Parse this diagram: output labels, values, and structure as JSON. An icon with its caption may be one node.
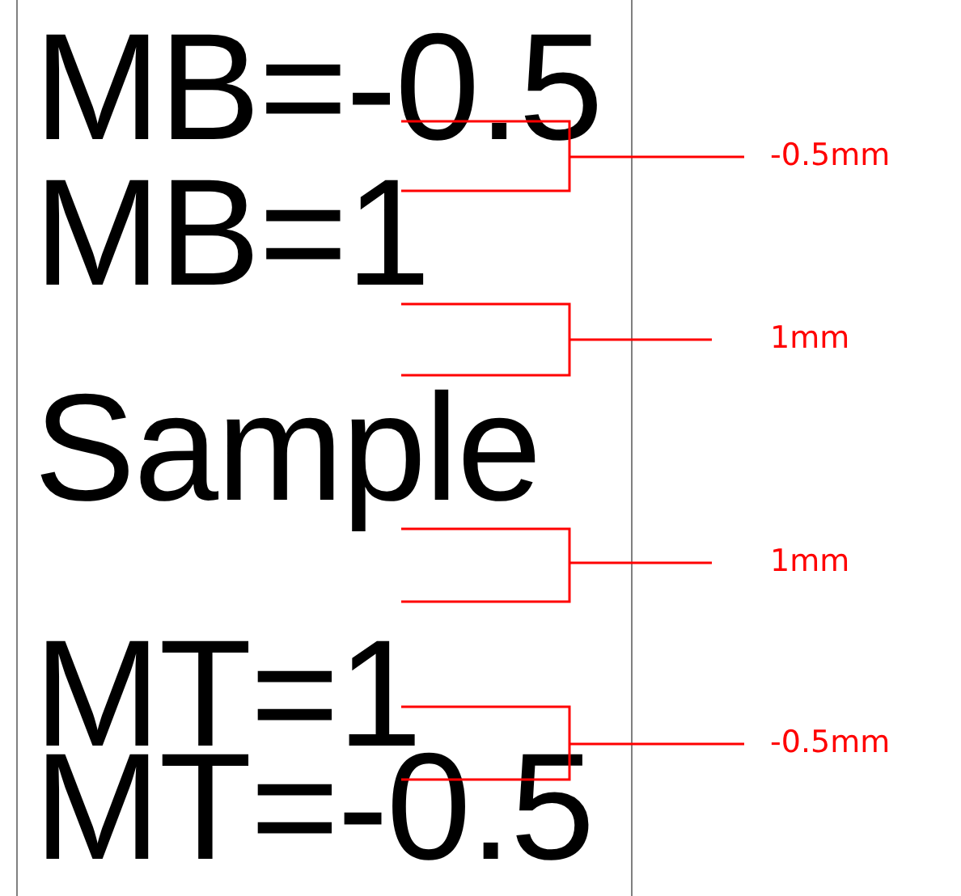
{
  "diagram": {
    "nodes": [
      {
        "text": [
          "MB=-0.5",
          "MB=1",
          "Sample",
          "MT=1",
          "MT=-0.5"
        ]
      }
    ],
    "labels": [
      "-0.5mm",
      "1mm",
      "1mm",
      "-0.5mm"
    ]
  }
}
